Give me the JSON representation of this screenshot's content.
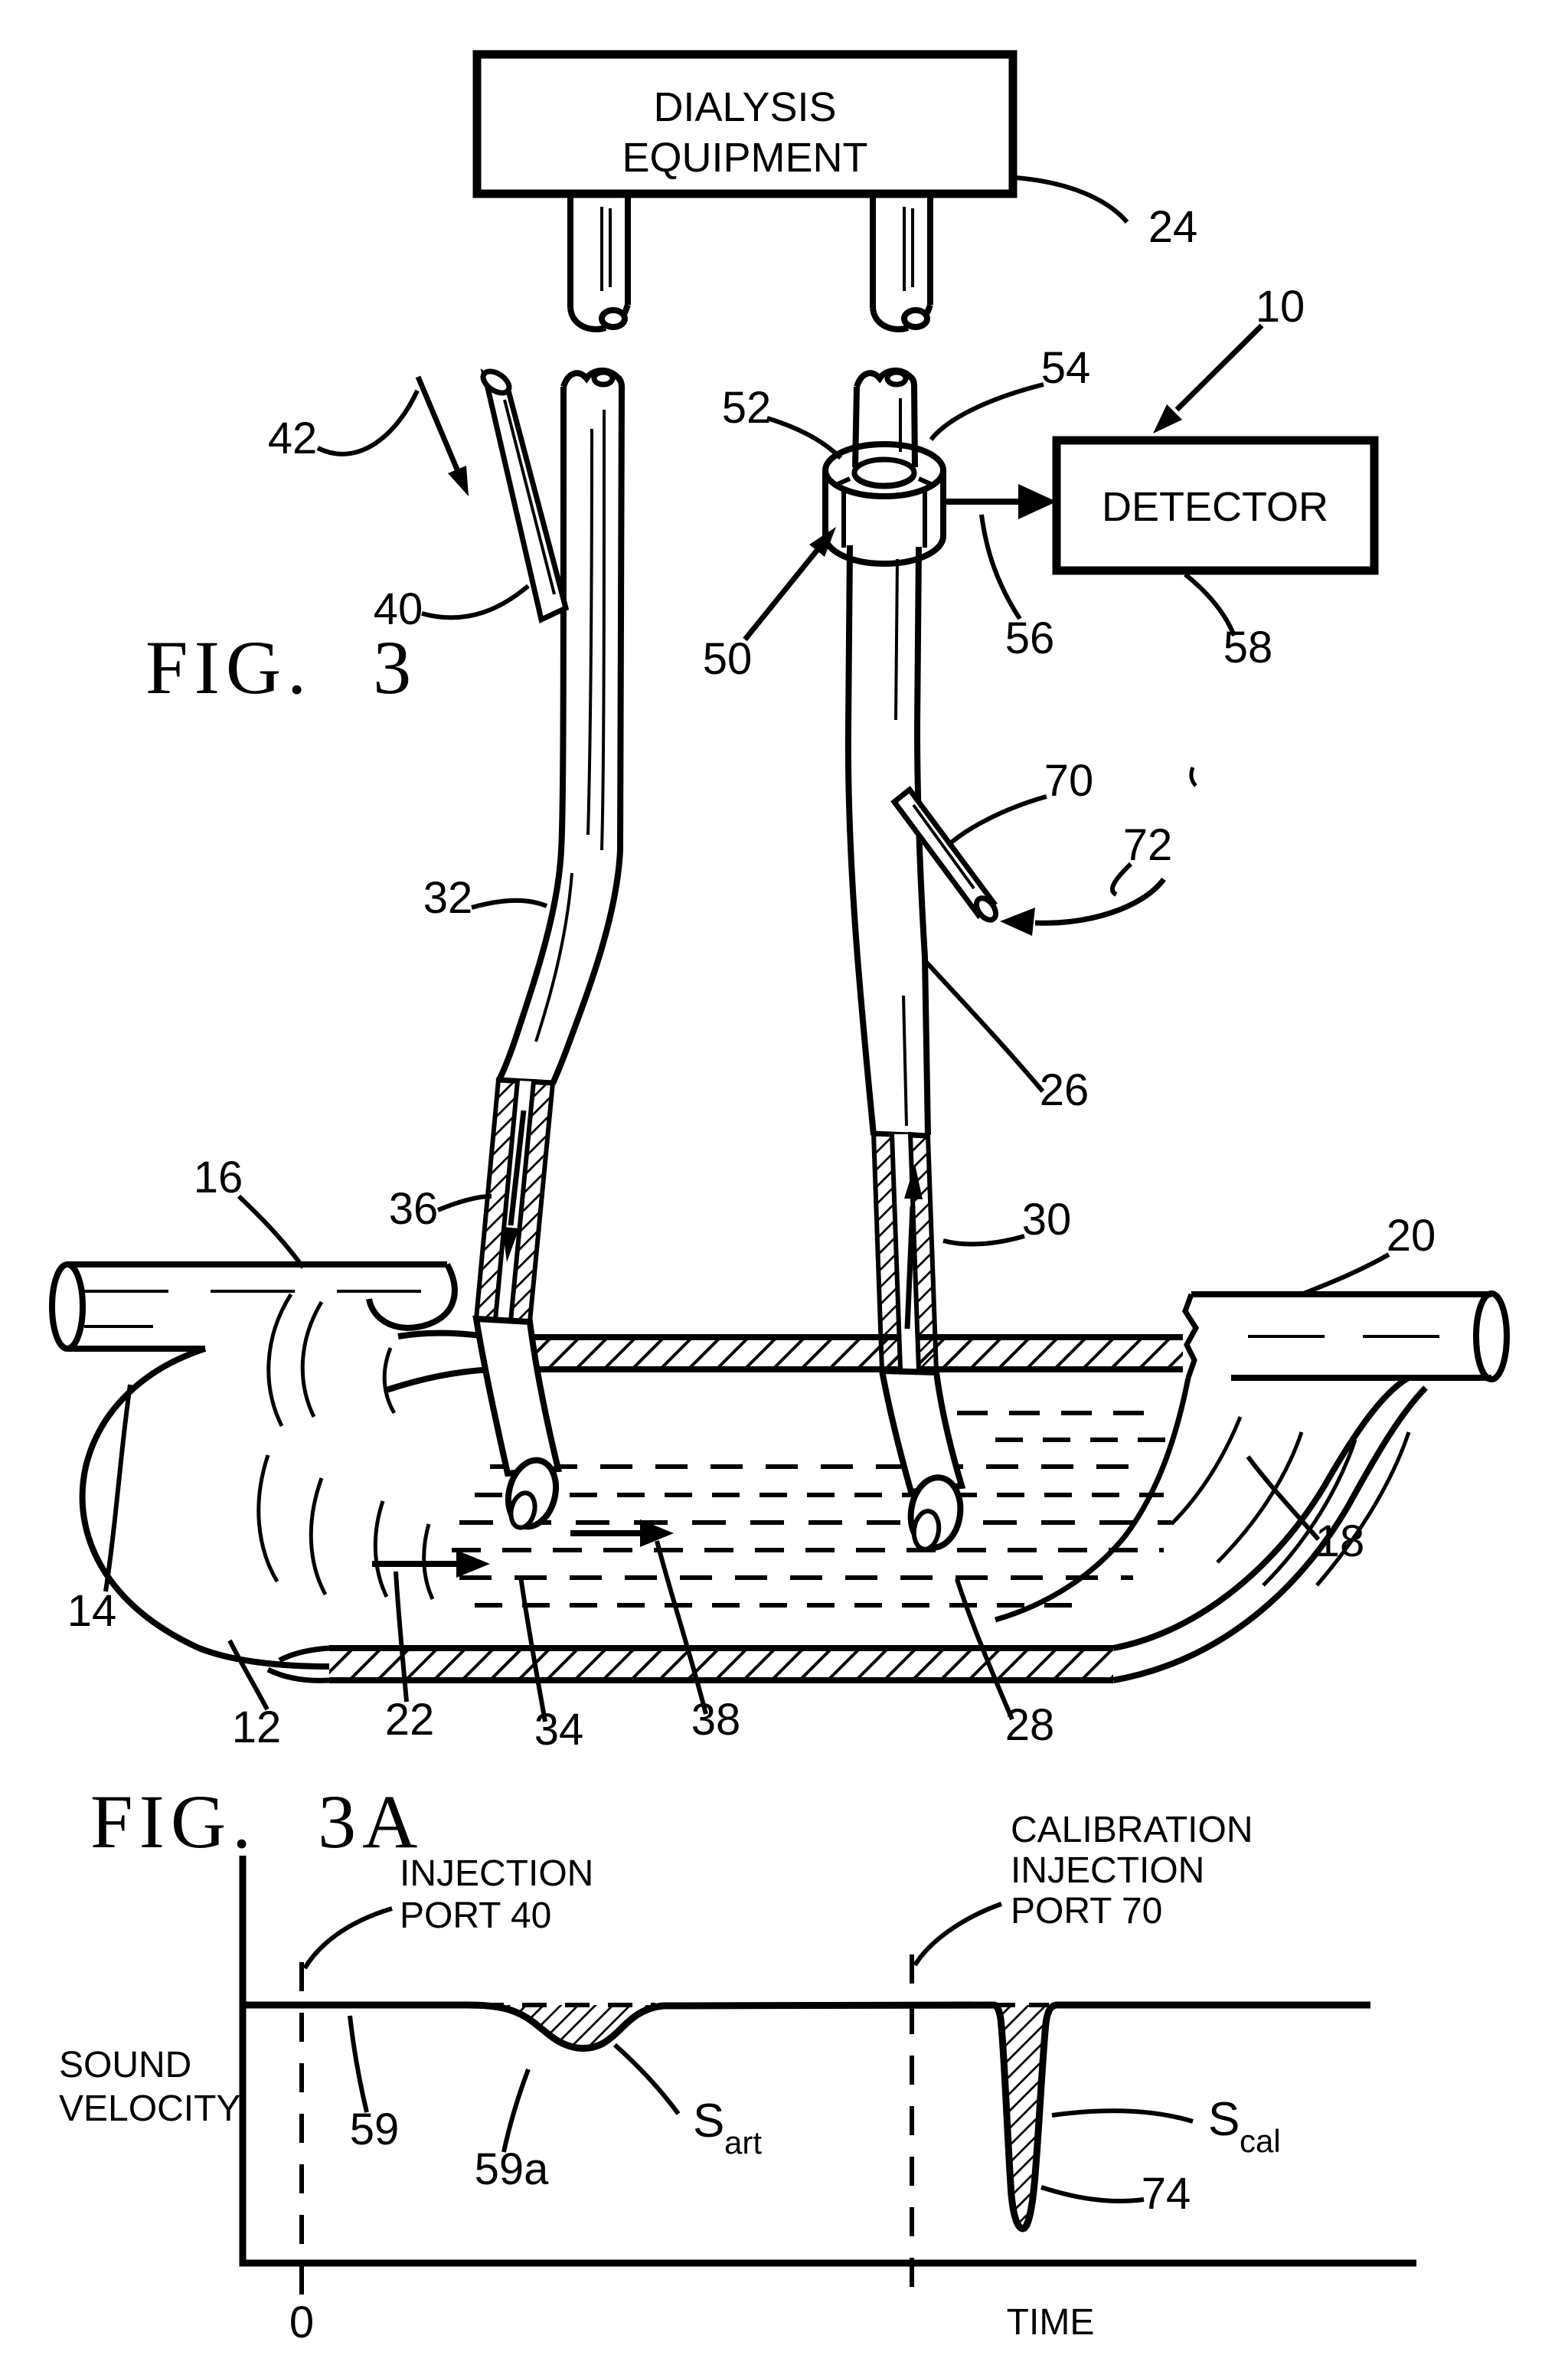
{
  "figure": {
    "fig3_title": "FIG. 3",
    "fig3a_title": "FIG. 3A",
    "dialysis_box_line1": "DIALYSIS",
    "dialysis_box_line2": "EQUIPMENT",
    "detector_box_label": "DETECTOR",
    "refs": {
      "n10": "10",
      "n12": "12",
      "n14": "14",
      "n16": "16",
      "n18": "18",
      "n20": "20",
      "n22": "22",
      "n24": "24",
      "n26": "26",
      "n28": "28",
      "n30": "30",
      "n32": "32",
      "n34": "34",
      "n36": "36",
      "n38": "38",
      "n40": "40",
      "n42": "42",
      "n50": "50",
      "n52": "52",
      "n54": "54",
      "n56": "56",
      "n58": "58",
      "n70": "70",
      "n72": "72"
    }
  },
  "graph": {
    "ylabel_line1": "SOUND",
    "ylabel_line2": "VELOCITY",
    "xlabel": "TIME",
    "origin_label": "0",
    "injection_label_line1": "INJECTION",
    "injection_label_line2": "PORT 40",
    "calibration_label_line1": "CALIBRATION",
    "calibration_label_line2": "INJECTION",
    "calibration_label_line3": "PORT 70",
    "n59": "59",
    "n59a": "59a",
    "n74": "74",
    "s_art_base": "S",
    "s_art_sub": "art",
    "s_cal_base": "S",
    "s_cal_sub": "cal"
  },
  "chart_data": {
    "type": "line",
    "title": "FIG. 3A",
    "xlabel": "TIME",
    "ylabel": "SOUND VELOCITY",
    "x_origin_label": "0",
    "grid": false,
    "legend": "none",
    "y_units": "normalized sound velocity (baseline = 1.0, arbitrary units)",
    "x_units": "time (arbitrary units, 0 at first injection)",
    "series": [
      {
        "name": "sound velocity at detector",
        "x": [
          0,
          1.4,
          1.8,
          2.4,
          3.0,
          3.2,
          5.3,
          6.0,
          6.15,
          6.26,
          6.4,
          6.6,
          9.3
        ],
        "y": [
          1.0,
          1.0,
          0.97,
          0.89,
          0.98,
          1.0,
          1.0,
          1.0,
          0.62,
          0.44,
          0.75,
          1.0,
          1.0
        ]
      }
    ],
    "events": [
      {
        "label": "INJECTION PORT 40",
        "x": 0,
        "marker": "dashed vertical line"
      },
      {
        "label": "CALIBRATION INJECTION PORT 70",
        "x": 5.3,
        "marker": "dashed vertical line"
      }
    ],
    "annotations": [
      {
        "label": "59",
        "target": "baseline sound-velocity trace"
      },
      {
        "label": "59a",
        "target": "shallow arterial dilution dip"
      },
      {
        "label": "S art",
        "target": "hatched area of arterial dilution dip"
      },
      {
        "label": "74",
        "target": "deep calibration dilution dip"
      },
      {
        "label": "S cal",
        "target": "hatched area of calibration dilution dip"
      }
    ],
    "notes": "Both dips are hatched; baseline continues as dashed line across each dip"
  }
}
